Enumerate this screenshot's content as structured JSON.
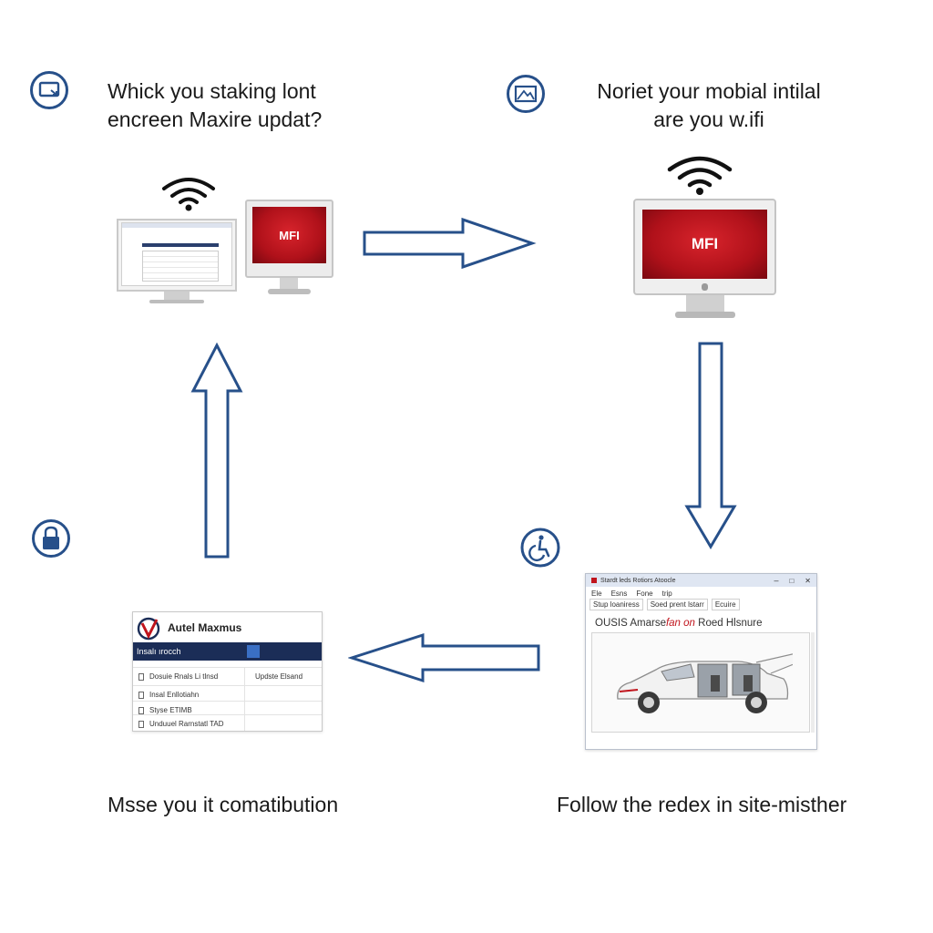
{
  "steps": [
    {
      "id": "step-1",
      "caption": [
        "Whick you staking lont",
        "encreen Maxire updat?"
      ],
      "icon": "screen-icon"
    },
    {
      "id": "step-2",
      "caption": [
        "Noriet your mobial intilal",
        "are you w.ifi"
      ],
      "icon": "picture-icon"
    },
    {
      "id": "step-3",
      "caption": [
        "Follow the redex in site-misther"
      ],
      "icon": "accessibility-icon"
    },
    {
      "id": "step-4",
      "caption": [
        "Msse you it comatibution"
      ],
      "icon": "lock-icon"
    }
  ],
  "monitors": {
    "small_screen_label": "MFI",
    "large_screen_label": "MFI"
  },
  "tool_window": {
    "title": "Stardt leds Rotiors Atoocle",
    "menu": [
      "Ele",
      "Esns",
      "Fone",
      "trip"
    ],
    "toolbar": [
      "Stup loaniress",
      "Soed prent lstarr",
      "Ecuire"
    ],
    "heading_prefix": "OUSIS Amarse",
    "heading_highlight": "fan on",
    "heading_suffix": "Roed Hlsnure"
  },
  "app_panel": {
    "title": "Autel Maxmus",
    "search_label": "Insalı ırocch",
    "rows": [
      {
        "label": "Dosuie Rnals Li tlnsd",
        "value": "Updste Elsand"
      },
      {
        "label": "Insal Enllotiahn",
        "value": ""
      },
      {
        "label": "Styse ETIMB",
        "value": ""
      },
      {
        "label": "Unduuel Rarnstatl TAD",
        "value": ""
      }
    ]
  },
  "colors": {
    "arrow_stroke": "#27508a",
    "icon_stroke": "#27508a",
    "screen_red": "#c0141c",
    "app_header": "#1b2d57"
  }
}
